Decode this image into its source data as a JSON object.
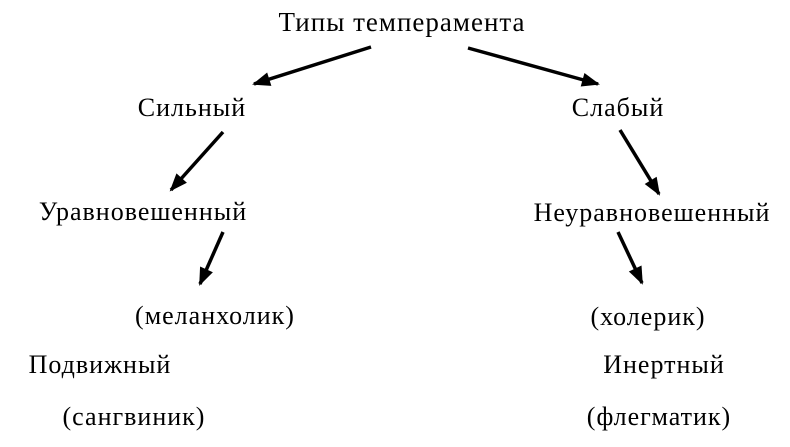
{
  "diagram": {
    "title": "Типы темперамента",
    "nodes": {
      "strong": "Сильный",
      "weak": "Слабый",
      "balanced": "Уравновешенный",
      "unbalanced": "Неуравновешенный",
      "melancholic": "(меланхолик)",
      "choleric": "(холерик)",
      "mobile": "Подвижный",
      "sanguine": "(сангвиник)",
      "inert": "Инертный",
      "phlegmatic": "(флегматик)"
    },
    "edges": [
      {
        "from": "Типы темперамента",
        "to": "Сильный"
      },
      {
        "from": "Типы темперамента",
        "to": "Слабый"
      },
      {
        "from": "Сильный",
        "to": "Уравновешенный"
      },
      {
        "from": "Слабый",
        "to": "Неуравновешенный"
      },
      {
        "from": "Уравновешенный",
        "to": "(меланхолик)"
      },
      {
        "from": "Неуравновешенный",
        "to": "(холерик)"
      }
    ],
    "colors": {
      "background": "#ffffff",
      "text": "#000000",
      "arrow": "#000000"
    }
  }
}
